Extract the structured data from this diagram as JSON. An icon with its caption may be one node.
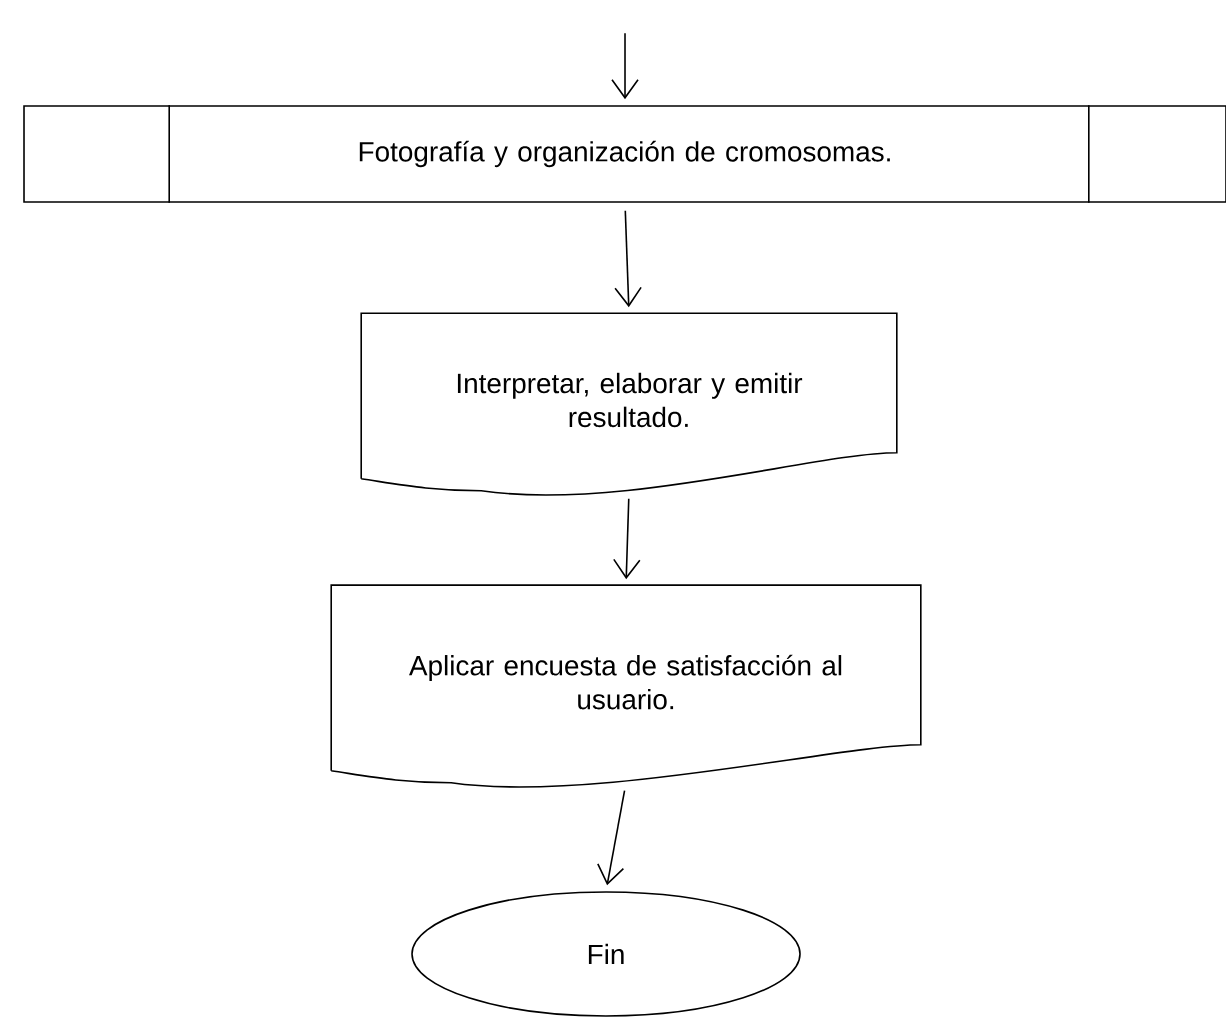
{
  "diagram": {
    "nodes": [
      {
        "text": [
          "Fotografía y organización de cromosomas."
        ]
      },
      {
        "text": [
          "Interpretar, elaborar y emitir resultado."
        ]
      },
      {
        "text": [
          "Aplicar encuesta de satisfacción al usuario."
        ]
      },
      {
        "text": [
          "Fin"
        ]
      }
    ],
    "edges": [
      {
        "from": null,
        "to": 0,
        "arrow": "to"
      },
      {
        "from": 0,
        "to": 1,
        "arrow": "to"
      },
      {
        "from": 1,
        "to": 2,
        "arrow": "to"
      },
      {
        "from": 2,
        "to": 3,
        "arrow": "to"
      }
    ]
  }
}
